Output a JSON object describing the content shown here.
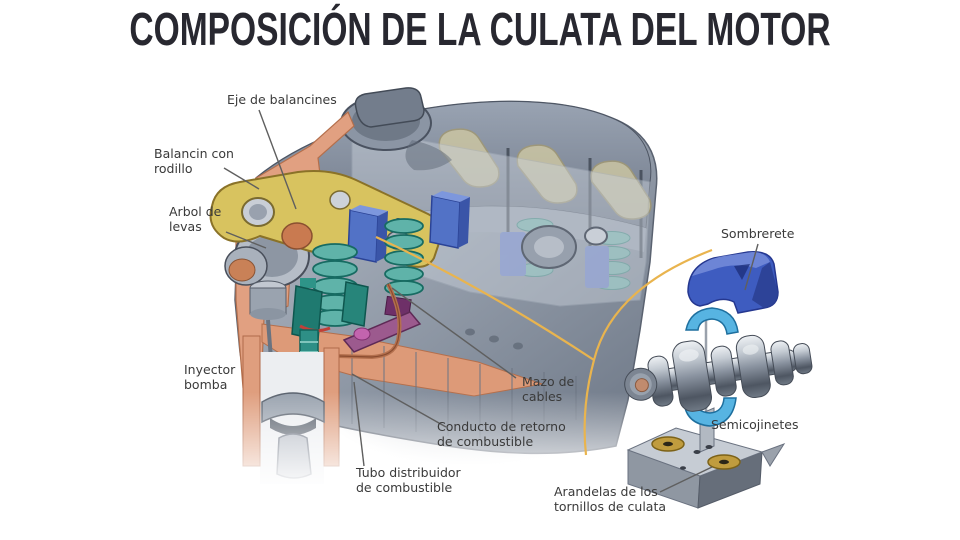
{
  "title": "COMPOSICIÓN DE LA CULATA DEL MOTOR",
  "diagram": {
    "labels": {
      "eje_balancines": "Eje de balancines",
      "balancin_rodillo": "Balancin con\nrodillo",
      "arbol_levas": "Arbol de\nlevas",
      "inyector_bomba": "Inyector\nbomba",
      "mazo_cables": "Mazo de\ncables",
      "conducto_retorno": "Conducto de retorno\nde combustible",
      "tubo_distribuidor": "Tubo distribuidor\nde combustible",
      "sombrerete": "Sombrerete",
      "semicojinetes": "Semicojinetes",
      "arandelas": "Arandelas de los\ntornillos de culata"
    },
    "colors": {
      "background": "#ffffff",
      "title_text": "#282830",
      "label_text": "#3a3a3a",
      "leader_line": "#5f5f5f",
      "highlight_line_yellow": "#e9b44e",
      "engine_body_gray": "#96a0ae",
      "valve_cover_gray": "#7e8899",
      "cut_surface_salmon": "#e1a081",
      "rocker_yellow": "#d8c35f",
      "valve_spring_teal": "#3f9e94",
      "clamp_blue": "#5272c6",
      "cap_sombrerete_blue": "#3e5cc0",
      "bearing_shell_light_blue": "#57b4e2",
      "washer_gold": "#c09c3e",
      "fuel_rail_purple": "#9c5a8e",
      "wire_copper": "#b4704e",
      "ghost_rocker_tan": "#cfc8a2"
    }
  }
}
